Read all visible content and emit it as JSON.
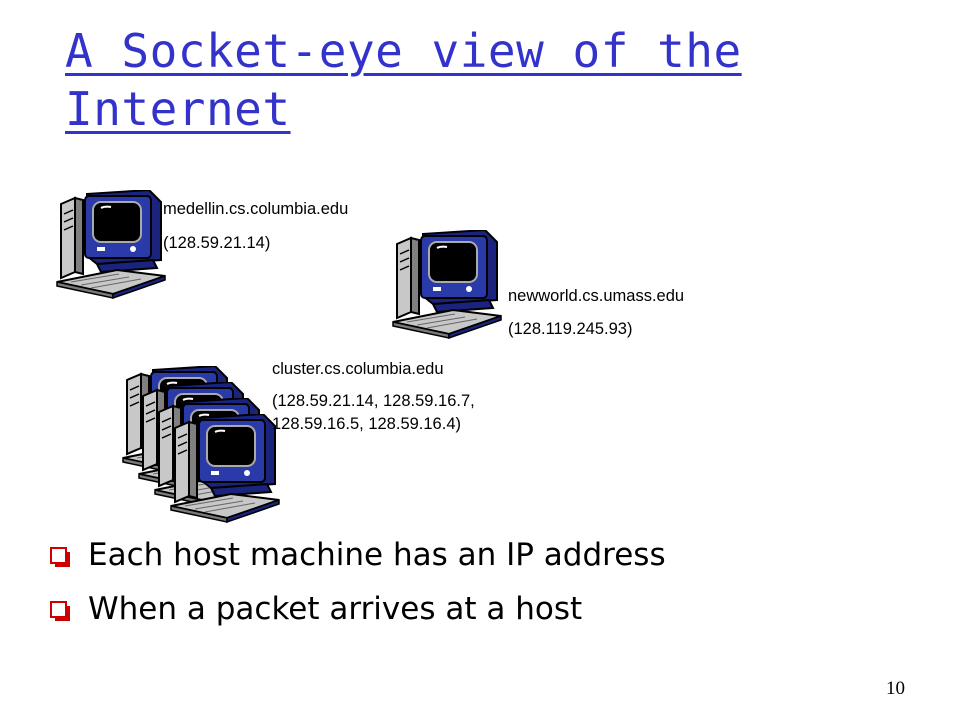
{
  "title": "A Socket-eye view of the Internet",
  "hosts": [
    {
      "name": "medellin.cs.columbia.edu",
      "ip": "(128.59.21.14)"
    },
    {
      "name": "newworld.cs.umass.edu",
      "ip": "(128.119.245.93)"
    },
    {
      "name": "cluster.cs.columbia.edu",
      "ip_line1": "(128.59.21.14,  128.59.16.7,",
      "ip_line2": "128.59.16.5, 128.59.16.4)"
    }
  ],
  "bullets": [
    "Each host machine has an IP address",
    "When a packet arrives at a host"
  ],
  "page_number": "10",
  "colors": {
    "title": "#3333cc",
    "bullet": "#cc0000",
    "monitor_body": "#1a237e",
    "screen": "#000000"
  },
  "icons": [
    "desktop-computer-icon"
  ]
}
